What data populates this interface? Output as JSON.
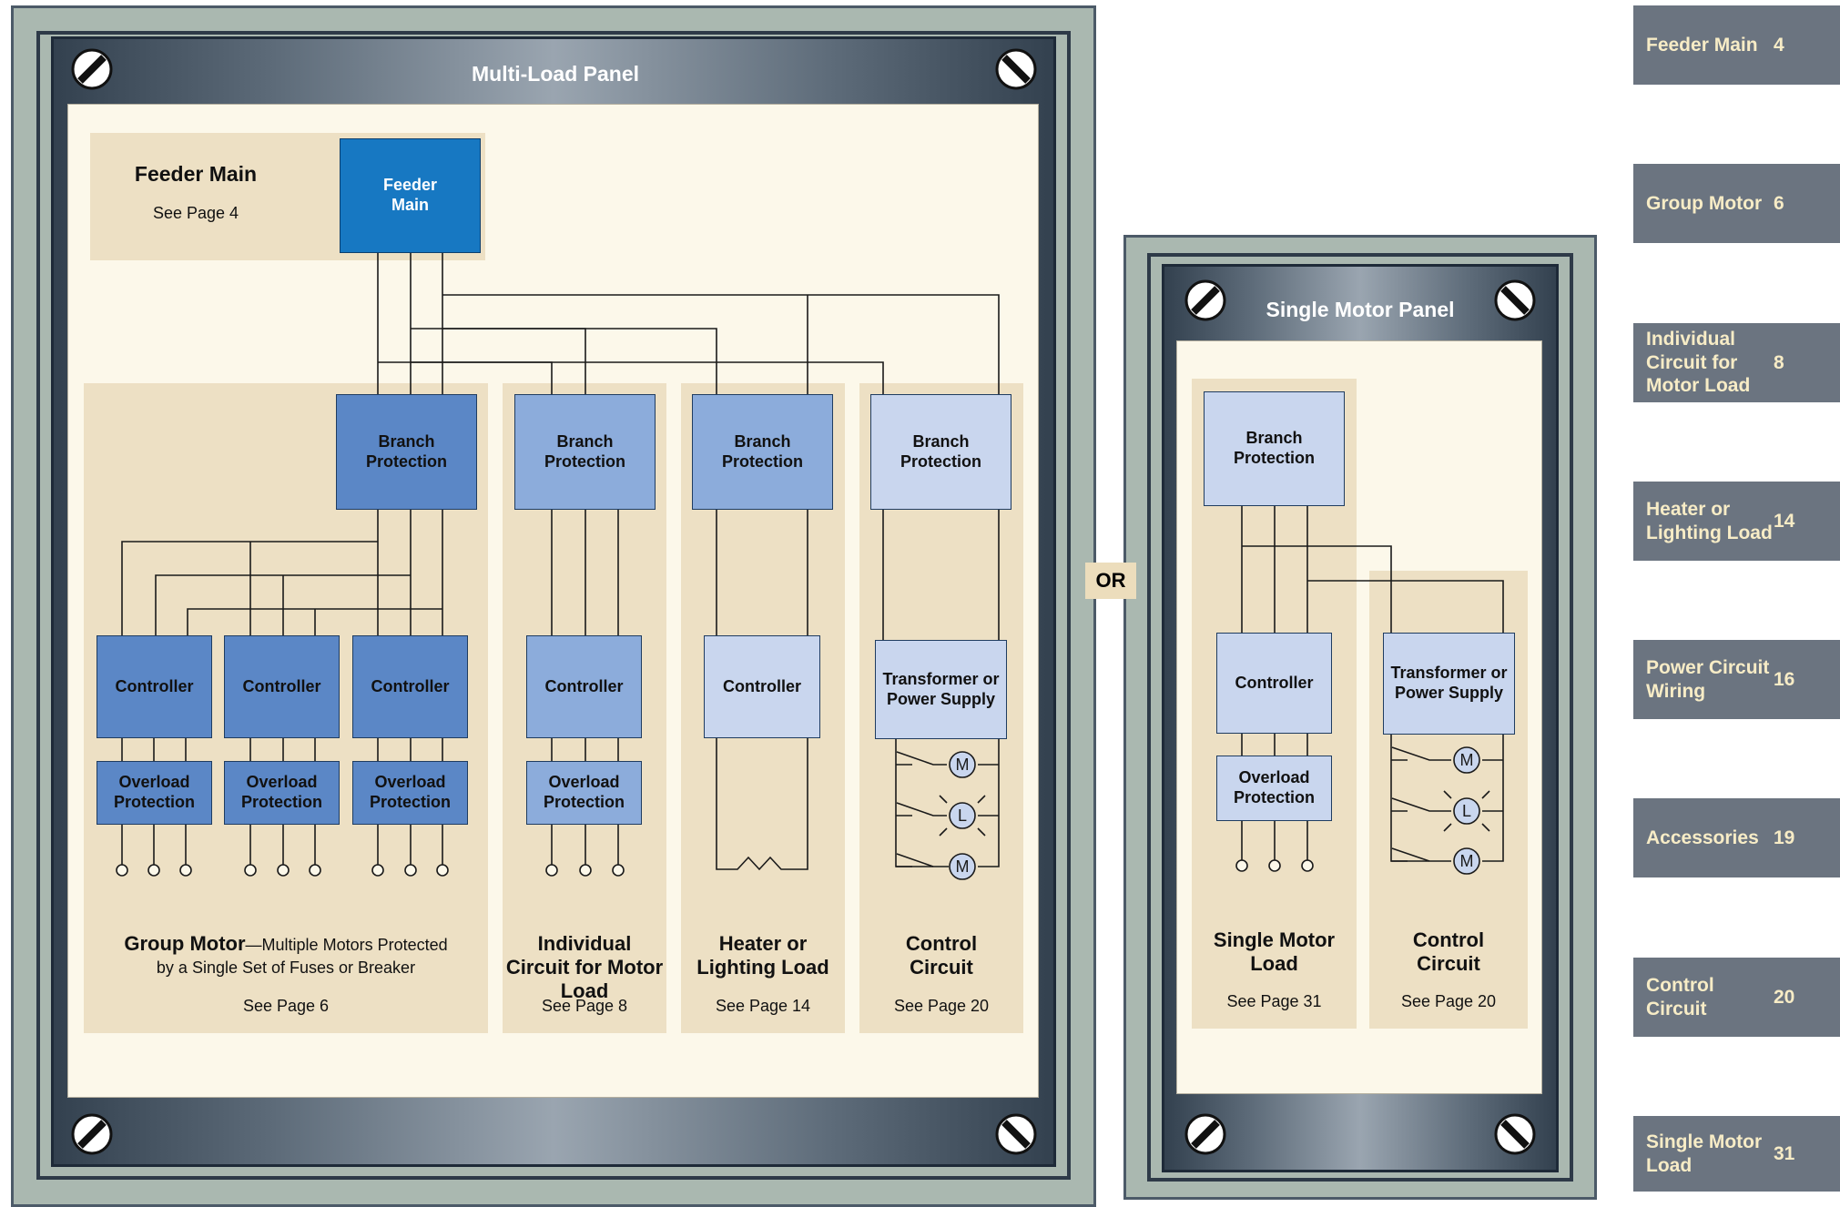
{
  "multi_panel": {
    "title": "Multi-Load Panel",
    "feeder": {
      "heading": "Feeder Main",
      "see": "See Page 4",
      "box": "Feeder Main"
    },
    "branch_label": "Branch Protection",
    "controller_label": "Controller",
    "overload_label": "Overload Protection",
    "transformer_label": "Transformer or Power Supply",
    "group": {
      "title": "Group Motor",
      "desc": "—Multiple Motors Protected",
      "desc2": "by a Single Set of Fuses or Breaker",
      "see": "See Page 6"
    },
    "individual": {
      "title": "Individual Circuit for Motor Load",
      "see": "See Page 8"
    },
    "heater": {
      "title": "Heater or Lighting Load",
      "see": "See Page 14"
    },
    "control": {
      "title": "Control Circuit",
      "see": "See Page 20"
    }
  },
  "or_label": "OR",
  "single_panel": {
    "title": "Single Motor Panel",
    "branch_label": "Branch Protection",
    "controller_label": "Controller",
    "overload_label": "Overload Protection",
    "transformer_label": "Transformer or Power Supply",
    "motor": {
      "title": "Single Motor Load",
      "see": "See Page 31"
    },
    "control": {
      "title": "Control Circuit",
      "see": "See Page 20"
    }
  },
  "symbols": {
    "motor": "M",
    "lamp": "L"
  },
  "sidebar": [
    {
      "label": "Feeder Main",
      "page": "4"
    },
    {
      "label": "Group Motor",
      "page": "6"
    },
    {
      "label": "Individual Circuit for Motor Load",
      "page": "8"
    },
    {
      "label": "Heater or Lighting Load",
      "page": "14"
    },
    {
      "label": "Power Circuit Wiring",
      "page": "16"
    },
    {
      "label": "Accessories",
      "page": "19"
    },
    {
      "label": "Control Circuit",
      "page": "20"
    },
    {
      "label": "Single Motor Load",
      "page": "31"
    }
  ],
  "colors": {
    "feeder_box": "#1778c2",
    "branch_dark": "#5b87c6",
    "branch_mid": "#8cacdb",
    "branch_light": "#c9d6ee",
    "tan_section": "#ede0c4",
    "cream_panel": "#fcf8ea",
    "tab_bg": "#6b7480",
    "tab_text": "#f7ecc6"
  }
}
